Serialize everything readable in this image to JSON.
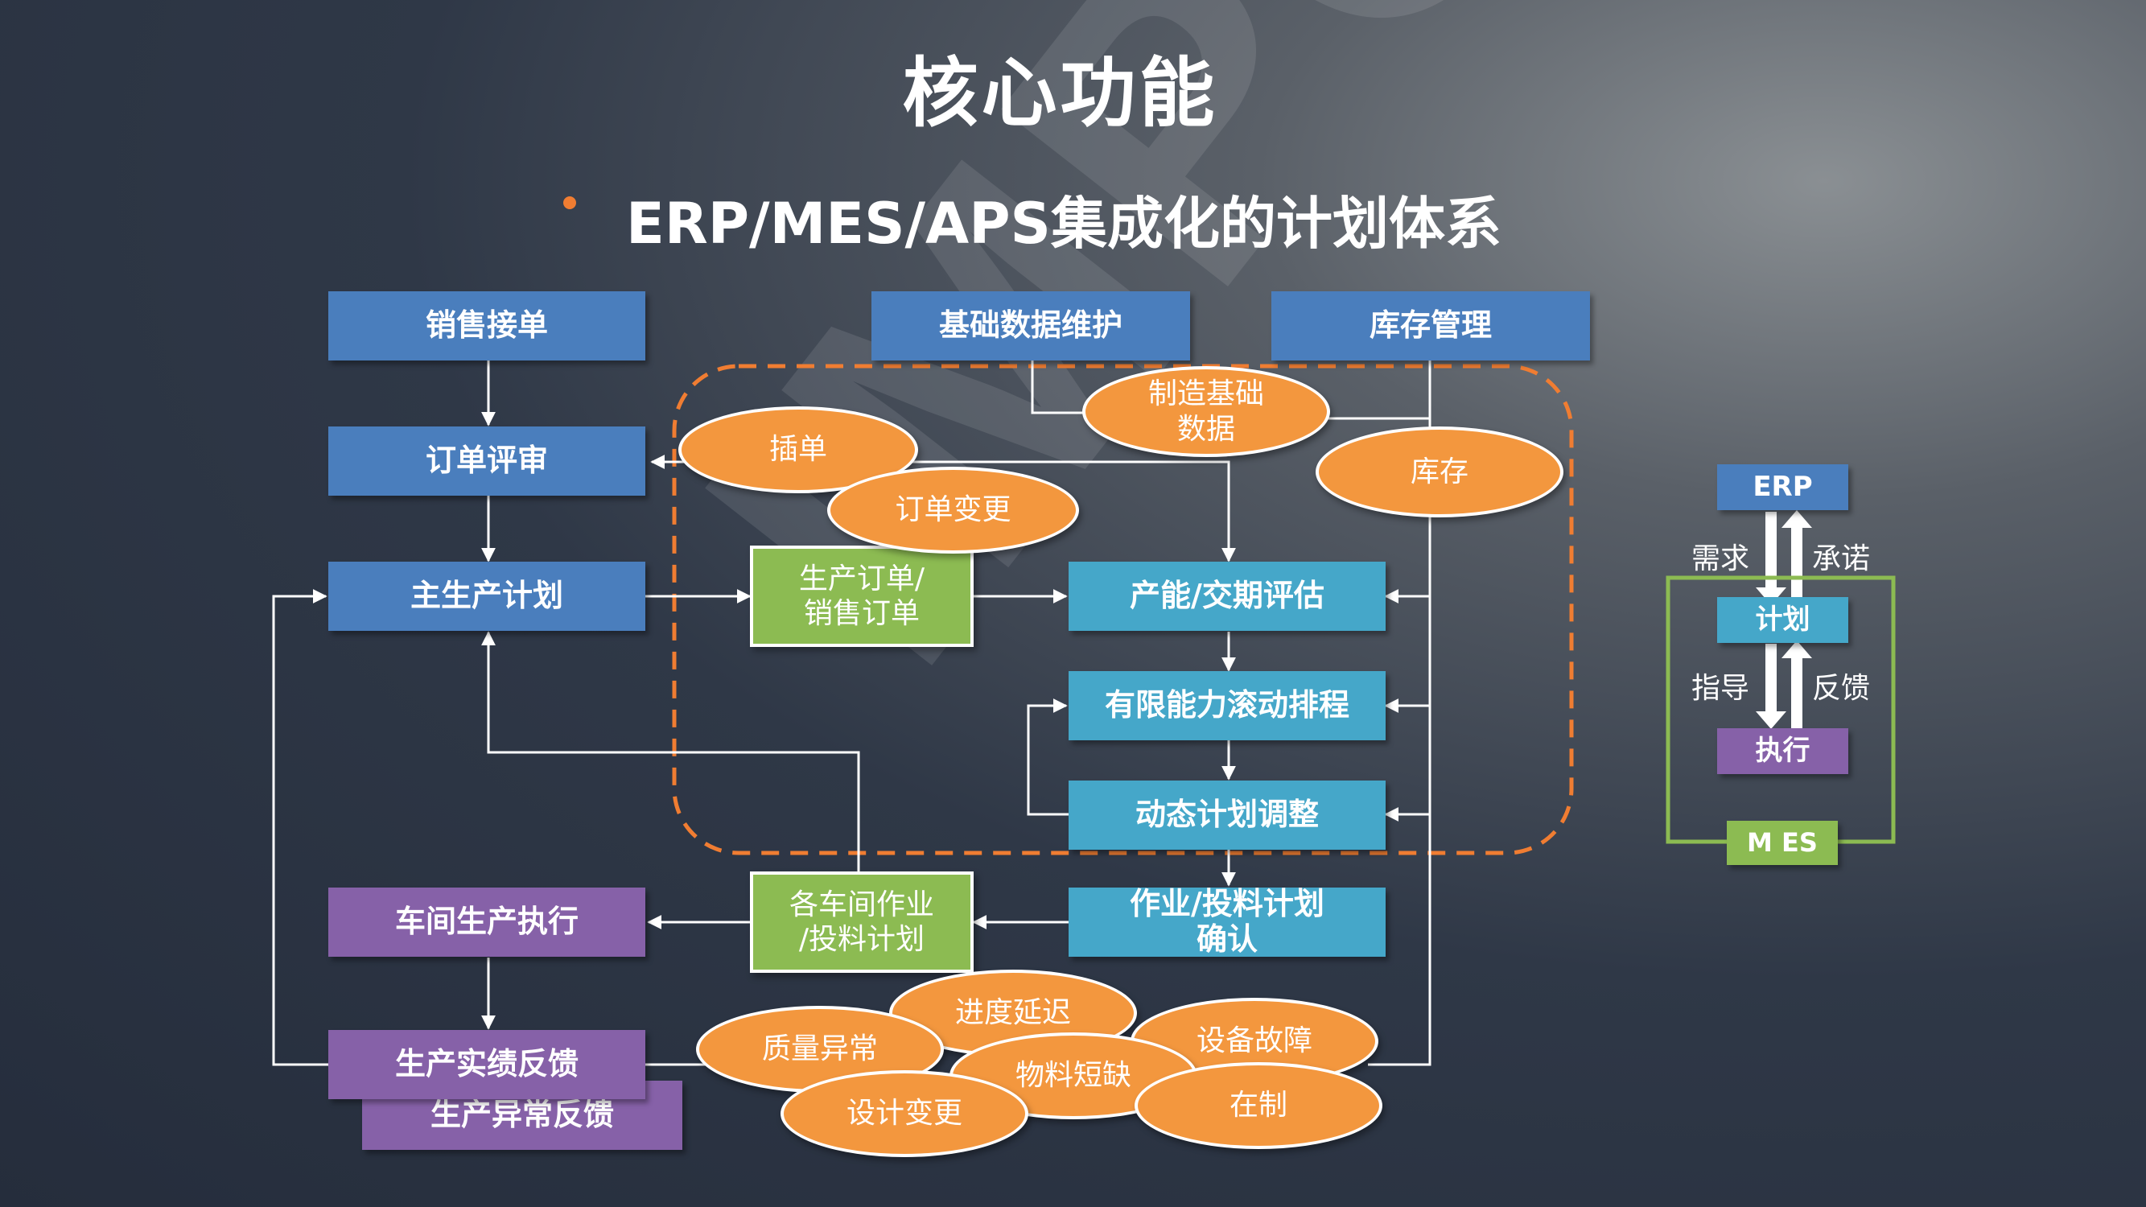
{
  "title": "核心功能",
  "subtitle": "ERP/MES/APS集成化的计划体系",
  "watermark": "IMPC",
  "boxes": {
    "sales": "销售接单",
    "basic_data": "基础数据维护",
    "inventory_mgmt": "库存管理",
    "order_review": "订单评审",
    "mps": "主生产计划",
    "capacity_eval": "产能/交期评估",
    "finite_scheduling": "有限能力滚动排程",
    "dynamic_adjust": "动态计划调整",
    "work_confirm_line1": "作业/投料计划",
    "work_confirm_line2": "确认",
    "workshop_exec": "车间生产执行",
    "actual_feedback": "生产实绩反馈",
    "exception_feedback": "生产异常反馈"
  },
  "ovals": {
    "insert_order": "插单",
    "order_change": "订单变更",
    "mfg_data_line1": "制造基础",
    "mfg_data_line2": "数据",
    "stock": "库存",
    "progress_delay": "进度延迟",
    "quality_issue": "质量异常",
    "equipment_fault": "设备故障",
    "material_shortage": "物料短缺",
    "design_change": "设计变更",
    "wip": "在制"
  },
  "docs": {
    "prod_order_line1": "生产订单/",
    "prod_order_line2": "销售订单",
    "workshop_plan_line1": "各车间作业",
    "workshop_plan_line2": "/投料计划"
  },
  "right_panel": {
    "erp": "ERP",
    "plan": "计划",
    "execute": "执行",
    "mes": "M ES",
    "demand": "需求",
    "commit": "承诺",
    "guide": "指导",
    "feedback": "反馈"
  },
  "colors": {
    "blue": "#4a7ebd",
    "teal": "#45a7c9",
    "purple": "#8661a8",
    "orange": "#f3973e",
    "green": "#8cbb52",
    "dashed_border": "#f07d32"
  }
}
